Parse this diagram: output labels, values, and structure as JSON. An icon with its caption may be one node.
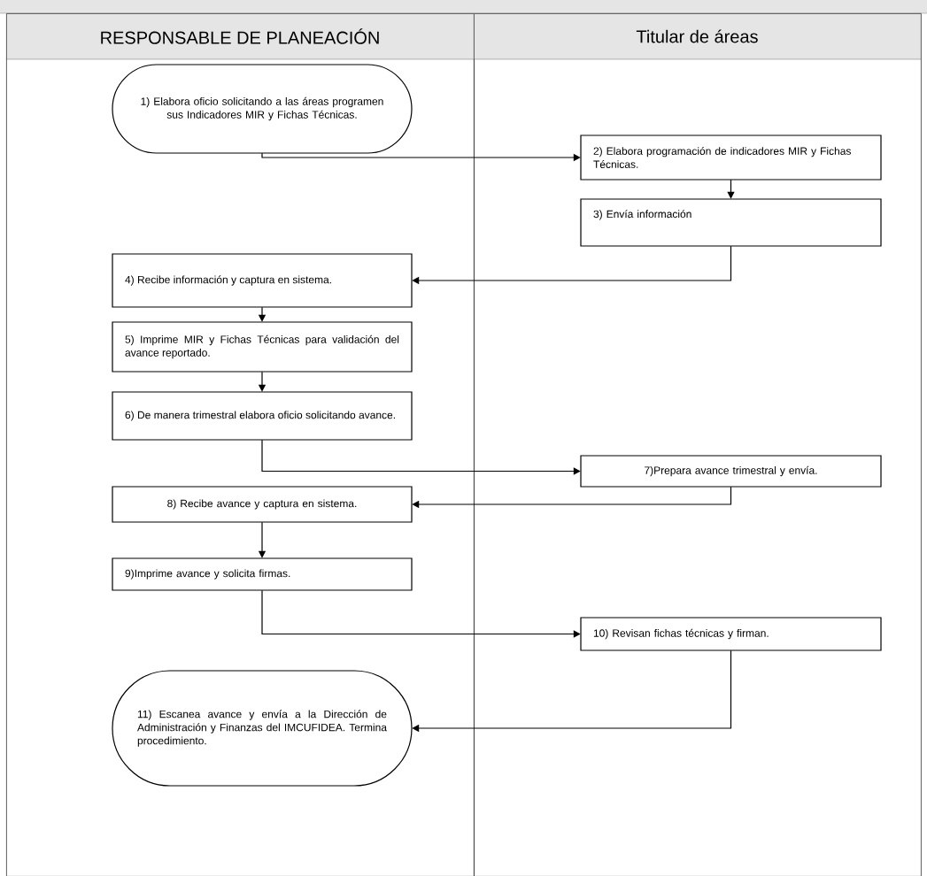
{
  "diagram": {
    "nodes": [
      {
        "text": [
          "RESPONSABLE DE PLANEACIÓN"
        ]
      },
      {
        "text": [
          "Titular de áreas"
        ]
      },
      {
        "text": [
          "1) Elabora oficio solicitando a las áreas programen sus Indicadores MIR y Fichas Técnicas."
        ],
        "in": 0
      },
      {
        "text": [
          "2) Elabora programación de indicadores MIR y Fichas Técnicas."
        ],
        "in": 1
      },
      {
        "text": [
          "3) Envía información"
        ],
        "in": 1
      },
      {
        "text": [
          "4) Recibe información y captura en sistema."
        ],
        "in": 0
      },
      {
        "text": [
          "5) Imprime MIR y Fichas Técnicas para validación del avance reportado."
        ],
        "in": 0
      },
      {
        "text": [
          "6) De manera trimestral elabora oficio solicitando avance."
        ],
        "in": 0
      },
      {
        "text": [
          "7)Prepara avance trimestral y envía."
        ],
        "in": 1
      },
      {
        "text": [
          "8) Recibe avance y captura en sistema."
        ],
        "in": 0
      },
      {
        "text": [
          "9)Imprime avance y solicita firmas."
        ],
        "in": 0
      },
      {
        "text": [
          "10) Revisan fichas técnicas y firman."
        ],
        "in": 1
      },
      {
        "text": [
          "11) Escanea avance y envía a la Dirección de Administración y Finanzas del IMCUFIDEA. Termina procedimiento."
        ],
        "in": 0
      }
    ],
    "edges": [
      {
        "from": 2,
        "to": 3,
        "arrow": "to"
      },
      {
        "from": 3,
        "to": 4,
        "arrow": "to"
      },
      {
        "from": 4,
        "to": 5,
        "arrow": "to"
      },
      {
        "from": 5,
        "to": 6,
        "arrow": "to"
      },
      {
        "from": 6,
        "to": 7,
        "arrow": "to"
      },
      {
        "from": 7,
        "to": 8,
        "arrow": "to"
      },
      {
        "from": 8,
        "to": 9,
        "arrow": "to"
      },
      {
        "from": 9,
        "to": 10,
        "arrow": "to"
      },
      {
        "from": 10,
        "to": 11,
        "arrow": "to"
      },
      {
        "from": 11,
        "to": 12,
        "arrow": "to"
      }
    ]
  }
}
